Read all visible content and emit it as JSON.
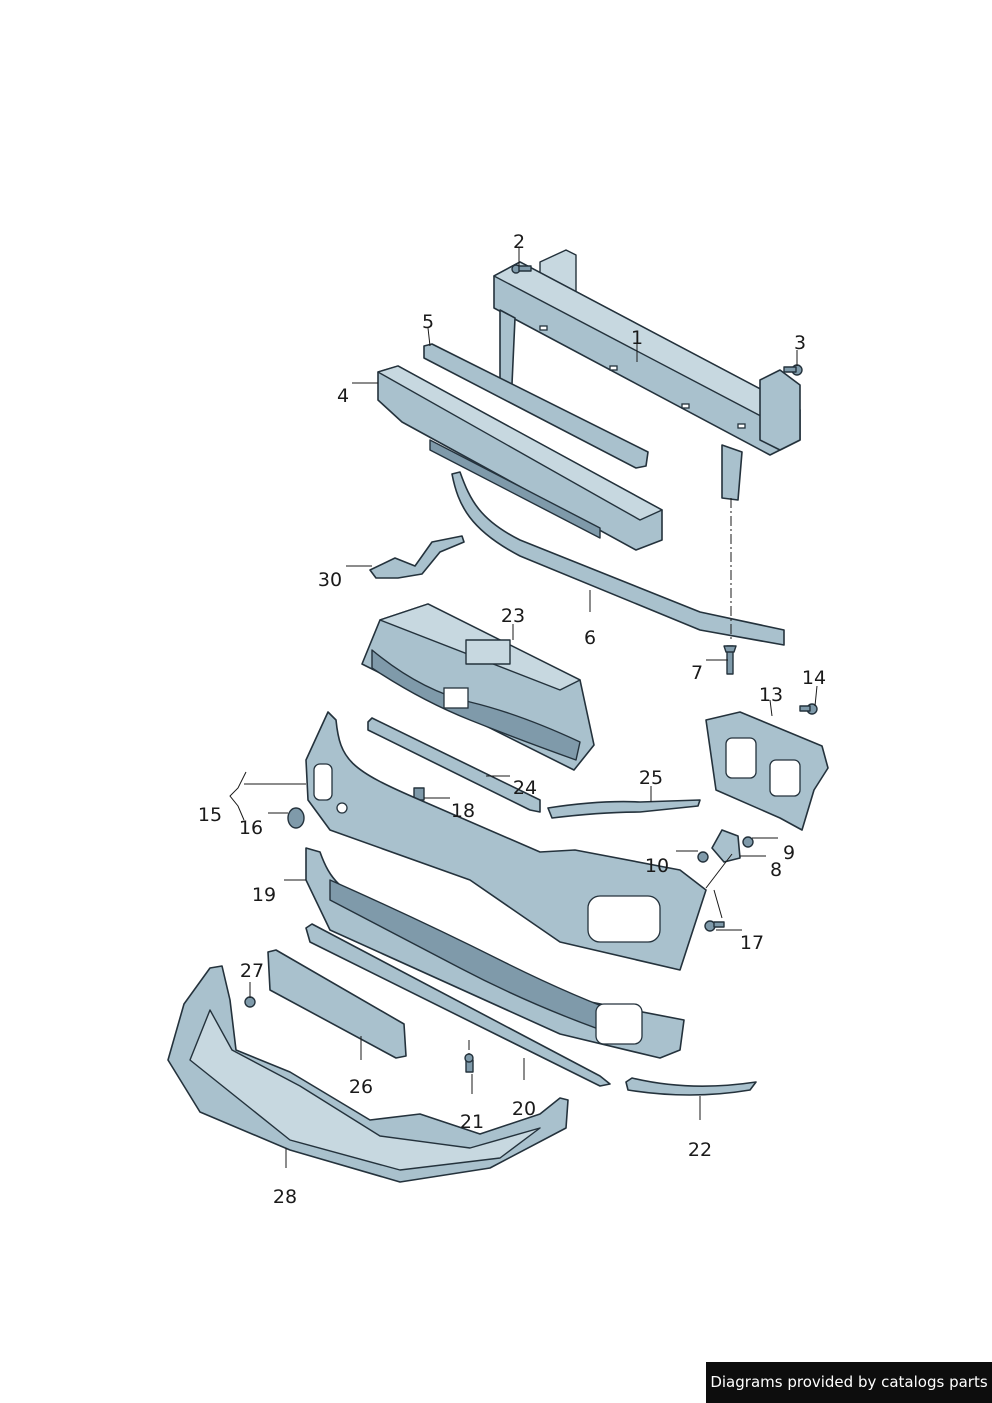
{
  "callouts": [
    {
      "id": "c1",
      "label": "1"
    },
    {
      "id": "c2",
      "label": "2"
    },
    {
      "id": "c3",
      "label": "3"
    },
    {
      "id": "c4",
      "label": "4"
    },
    {
      "id": "c5",
      "label": "5"
    },
    {
      "id": "c6",
      "label": "6"
    },
    {
      "id": "c7",
      "label": "7"
    },
    {
      "id": "c8",
      "label": "8"
    },
    {
      "id": "c9",
      "label": "9"
    },
    {
      "id": "c10",
      "label": "10"
    },
    {
      "id": "c13",
      "label": "13"
    },
    {
      "id": "c14",
      "label": "14"
    },
    {
      "id": "c15",
      "label": "15"
    },
    {
      "id": "c16",
      "label": "16"
    },
    {
      "id": "c17",
      "label": "17"
    },
    {
      "id": "c18",
      "label": "18"
    },
    {
      "id": "c19",
      "label": "19"
    },
    {
      "id": "c20",
      "label": "20"
    },
    {
      "id": "c21",
      "label": "21"
    },
    {
      "id": "c22",
      "label": "22"
    },
    {
      "id": "c23",
      "label": "23"
    },
    {
      "id": "c24",
      "label": "24"
    },
    {
      "id": "c25",
      "label": "25"
    },
    {
      "id": "c26",
      "label": "26"
    },
    {
      "id": "c27",
      "label": "27"
    },
    {
      "id": "c28",
      "label": "28"
    },
    {
      "id": "c30",
      "label": "30"
    }
  ],
  "footer": {
    "text": "Diagrams provided by catalogs parts"
  },
  "colors": {
    "part_fill": "#a9c1cd",
    "outline": "#24323c",
    "footer_bg": "#0d0d0d"
  }
}
